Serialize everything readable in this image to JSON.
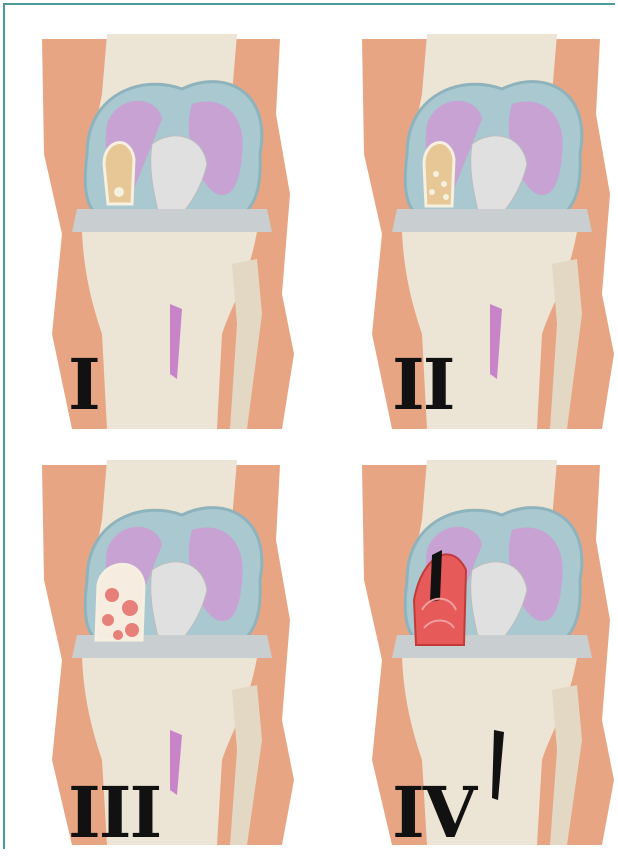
{
  "stages": [
    {
      "label": "I",
      "lesion": "stage-1"
    },
    {
      "label": "II",
      "lesion": "stage-2"
    },
    {
      "label": "III",
      "lesion": "stage-3"
    },
    {
      "label": "IV",
      "lesion": "stage-4"
    }
  ],
  "colors": {
    "frame": "#4a9a9c",
    "skin": "#e8a583",
    "bone": "#ece4d4",
    "cartilage": "#a9c8cf",
    "cartilage_inner": "#c7a2d3",
    "marrow_purple": "#c784c8",
    "ligament": "#e0e0e0",
    "lesion_tan": "#e6c795",
    "lesion_red": "#e65a5a",
    "label": "#111111"
  }
}
